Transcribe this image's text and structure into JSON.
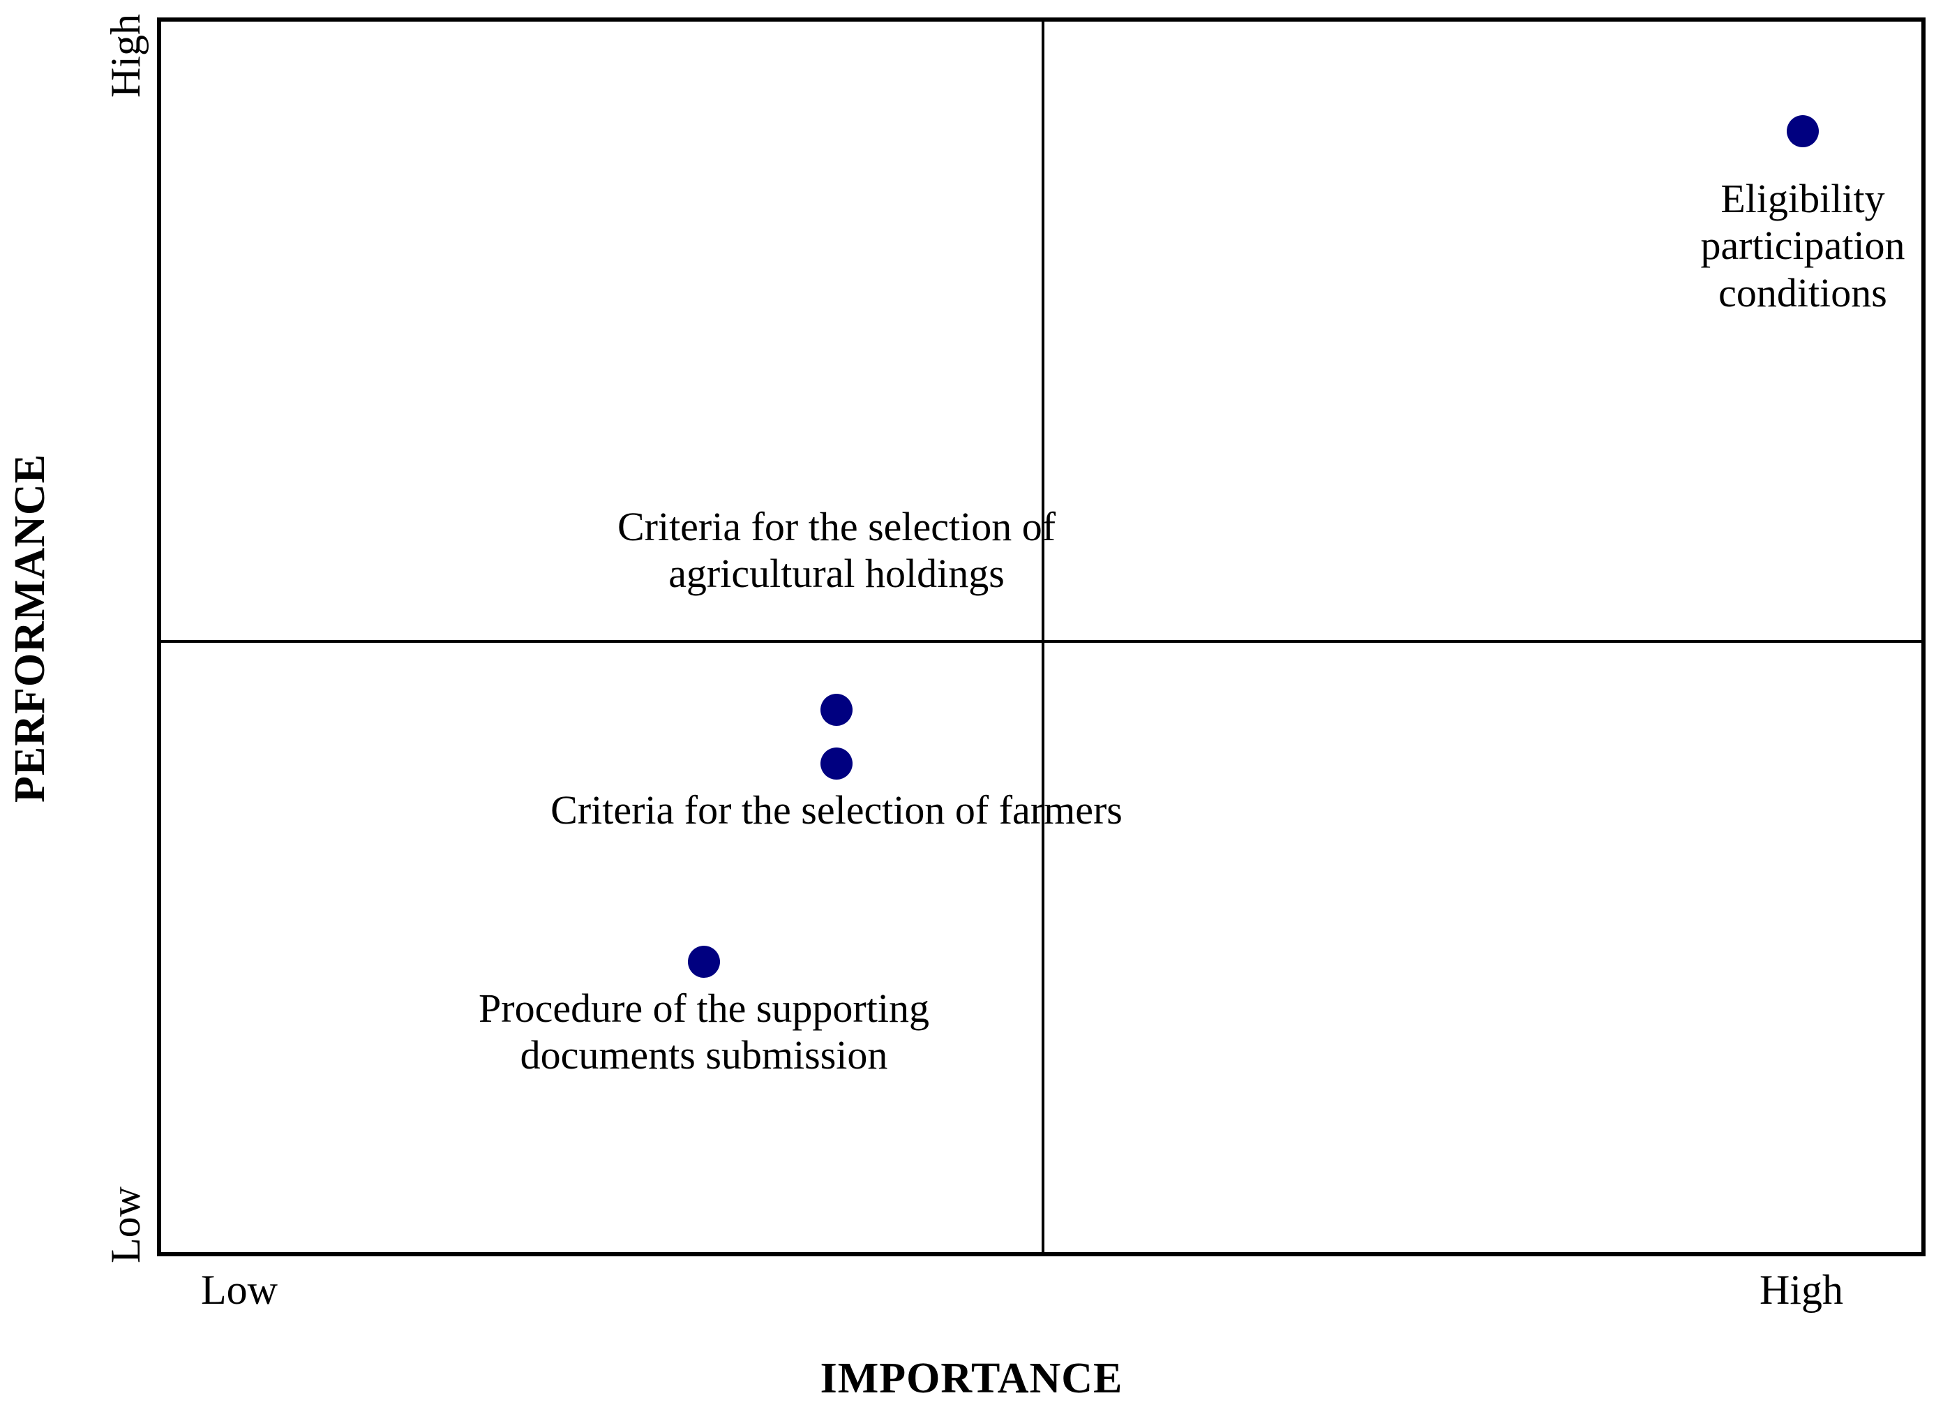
{
  "chart_data": {
    "type": "scatter",
    "title": "",
    "subtitle": "",
    "xlabel": "IMPORTANCE",
    "ylabel": "PERFORMANCE",
    "xlim": [
      0,
      100
    ],
    "ylim": [
      0,
      100
    ],
    "grid": false,
    "legend": "none",
    "x_tick_labels": [
      "Low",
      "High"
    ],
    "y_tick_labels": [
      "Low",
      "High"
    ],
    "quadrant_divider_x": 50,
    "quadrant_divider_y": 50,
    "point_color": "#000080",
    "points": [
      {
        "label": "Eligibility\nparticipation\nconditions",
        "x": 92.8,
        "y": 91.2,
        "quadrant": "high-importance-high-performance"
      },
      {
        "label": "Criteria for the selection of\nagricultural holdings",
        "x": 38.2,
        "y": 44.4,
        "quadrant": "low-importance-low-performance"
      },
      {
        "label": "Criteria for the selection of farmers",
        "x": 38.2,
        "y": 40.1,
        "quadrant": "low-importance-low-performance"
      },
      {
        "label": "Procedure of the supporting\ndocuments submission",
        "x": 30.7,
        "y": 24.1,
        "quadrant": "low-importance-low-performance"
      }
    ]
  },
  "axes": {
    "x_title": "IMPORTANCE",
    "y_title": "PERFORMANCE",
    "x_low_label": "Low",
    "x_high_label": "High",
    "y_low_label": "Low",
    "y_high_label": "High"
  },
  "annotations": {
    "eligibility": "Eligibility\nparticipation\nconditions",
    "agricultural_holdings": "Criteria for the selection of\nagricultural holdings",
    "farmers": "Criteria for the selection of farmers",
    "procedure": "Procedure of the supporting\ndocuments submission"
  },
  "colors": {
    "point": "#000080",
    "frame": "#000000",
    "divider": "#000000",
    "background": "#ffffff",
    "text": "#000000"
  }
}
